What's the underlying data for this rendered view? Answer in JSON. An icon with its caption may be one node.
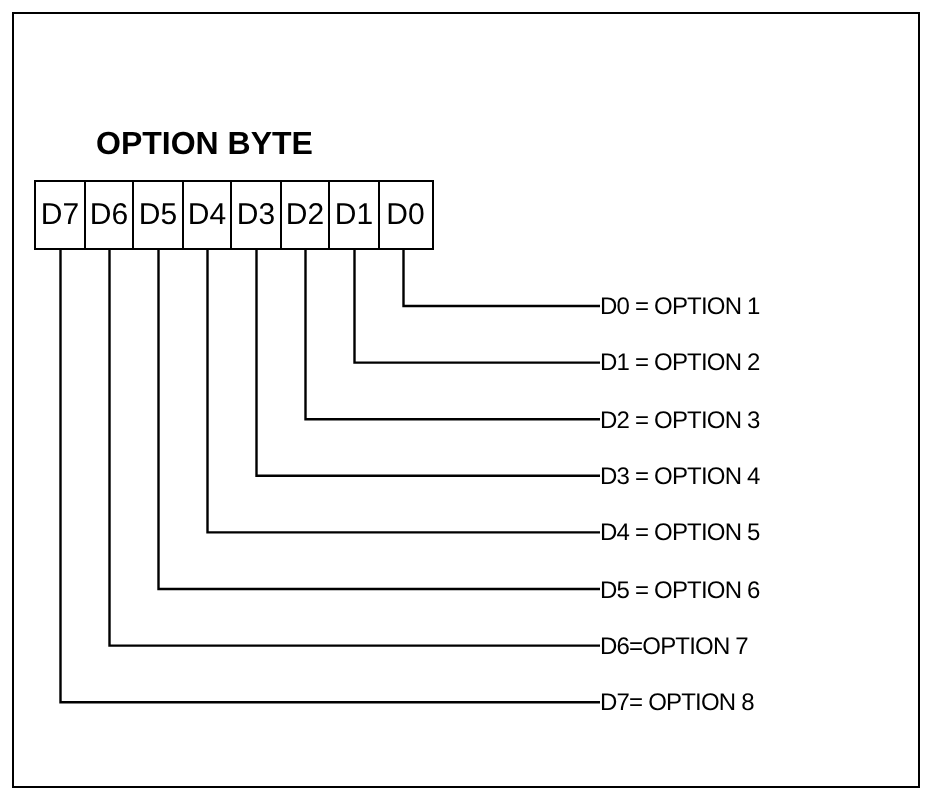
{
  "diagram": {
    "title": "OPTION BYTE",
    "nodes": [
      {
        "text": [
          "D7"
        ]
      },
      {
        "text": [
          "D6"
        ]
      },
      {
        "text": [
          "D5"
        ]
      },
      {
        "text": [
          "D4"
        ]
      },
      {
        "text": [
          "D3"
        ]
      },
      {
        "text": [
          "D2"
        ]
      },
      {
        "text": [
          "D1"
        ]
      },
      {
        "text": [
          "D0"
        ]
      },
      {
        "text": [
          "D0 = OPTION 1"
        ]
      },
      {
        "text": [
          "D1 = OPTION 2"
        ]
      },
      {
        "text": [
          "D2 = OPTION 3"
        ]
      },
      {
        "text": [
          "D3 = OPTION 4"
        ]
      },
      {
        "text": [
          "D4 = OPTION 5"
        ]
      },
      {
        "text": [
          "D5 = OPTION 6"
        ]
      },
      {
        "text": [
          "D6=OPTION 7"
        ]
      },
      {
        "text": [
          "D7= OPTION 8"
        ]
      }
    ],
    "edges": [
      {
        "from": 8,
        "to": 7,
        "arrow": "none"
      },
      {
        "from": 9,
        "to": 6,
        "arrow": "none"
      },
      {
        "from": 10,
        "to": 5,
        "arrow": "none"
      },
      {
        "from": 11,
        "to": 4,
        "arrow": "none"
      },
      {
        "from": 12,
        "to": 3,
        "arrow": "none"
      },
      {
        "from": 13,
        "to": 2,
        "arrow": "none"
      },
      {
        "from": 14,
        "to": 1,
        "arrow": "none"
      },
      {
        "from": 15,
        "to": 0,
        "arrow": "none"
      }
    ]
  }
}
